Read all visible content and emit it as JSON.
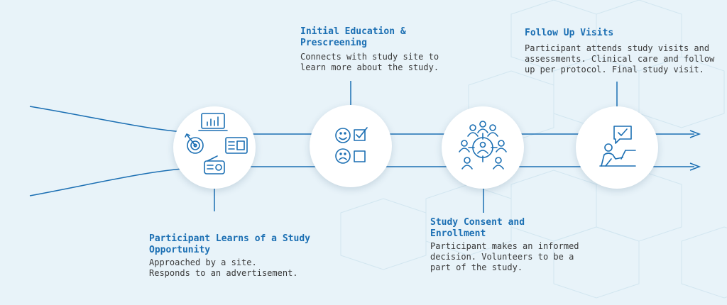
{
  "colors": {
    "accent": "#1b6fb3",
    "text": "#3a3a3a",
    "background": "#e8f3f9"
  },
  "steps": [
    {
      "title": "Participant Learns of a Study Opportunity",
      "desc": "Approached by a site.\nResponds to an advertisement.",
      "icon": "advertising-channels-icon"
    },
    {
      "title": "Initial Education & Prescreening",
      "desc": "Connects with study site to learn more about the study.",
      "icon": "screening-checklist-icon"
    },
    {
      "title": "Study Consent and Enrollment",
      "desc": "Participant makes an informed decision. Volunteers to be a part of the study.",
      "icon": "target-group-icon"
    },
    {
      "title": "Follow Up Visits",
      "desc": "Participant attends study visits and assessments. Clinical care and follow up per protocol. Final study visit.",
      "icon": "participant-laptop-icon"
    }
  ]
}
